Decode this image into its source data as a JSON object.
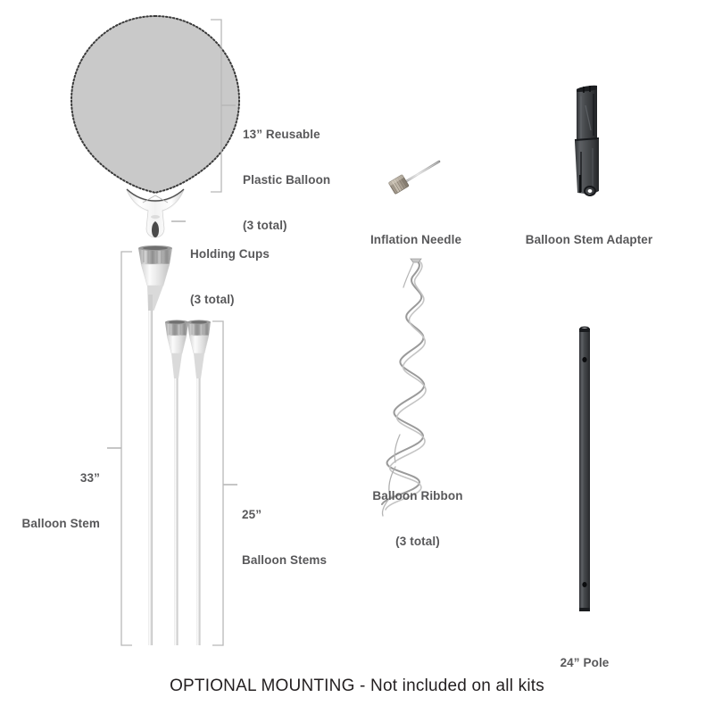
{
  "diagram": {
    "title": "Balloon Kit Parts Diagram",
    "background_color": "#ffffff",
    "label_color": "#58585a",
    "caption_color": "#231f20",
    "balloon_fill": "#c9c9c9",
    "balloon_outline": "#3a3a3a",
    "metal_dark": "#4a4c50",
    "stem_color": "#d9d9d9",
    "bracket_color": "#b8b8b8"
  },
  "parts": {
    "balloon": {
      "line1": "13” Reusable",
      "line2": "Plastic Balloon",
      "line3": "(3 total)"
    },
    "holding_cups": {
      "line1": "Holding Cups",
      "line2": "(3 total)"
    },
    "long_stem": {
      "line1": "33”",
      "line2": "Balloon Stem"
    },
    "short_stems": {
      "line1": "25”",
      "line2": "Balloon Stems"
    },
    "needle": {
      "line1": "Inflation Needle"
    },
    "adapter": {
      "line1": "Balloon Stem Adapter"
    },
    "ribbon": {
      "line1": "Balloon Ribbon",
      "line2": "(3 total)"
    },
    "pole": {
      "line1": "24” Pole"
    }
  },
  "caption": {
    "text": "OPTIONAL MOUNTING - Not included on all kits"
  }
}
